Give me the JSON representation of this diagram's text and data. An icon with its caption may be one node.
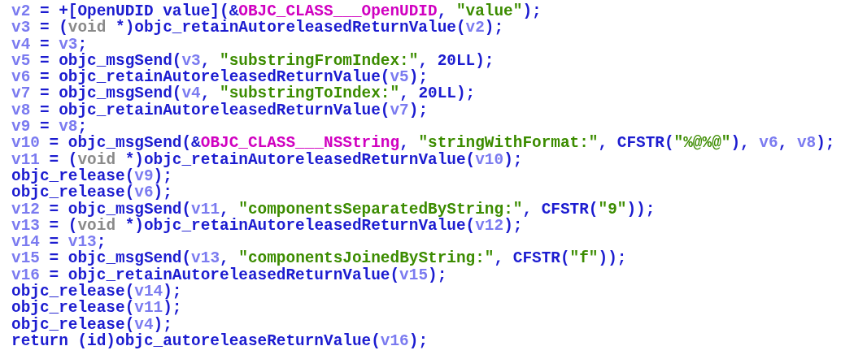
{
  "diagram": {
    "labels": [
      "v2 = +[OpenUDID value](&OBJC_CLASS___OpenUDID, \"value\");",
      "v3 = (void *)objc_retainAutoreleasedReturnValue(v2);",
      "v4 = v3;",
      "v5 = objc_msgSend(v3, \"substringFromIndex:\", 20LL);",
      "v6 = objc_retainAutoreleasedReturnValue(v5);",
      "v7 = objc_msgSend(v4, \"substringToIndex:\", 20LL);",
      "v8 = objc_retainAutoreleasedReturnValue(v7);",
      "v9 = v8;",
      "v10 = objc_msgSend(&OBJC_CLASS___NSString, \"stringWithFormat:\", CFSTR(\"%@%@\"), v6, v8);",
      "v11 = (void *)objc_retainAutoreleasedReturnValue(v10);",
      "objc_release(v9);",
      "objc_release(v6);",
      "v12 = objc_msgSend(v11, \"componentsSeparatedByString:\", CFSTR(\"9\"));",
      "v13 = (void *)objc_retainAutoreleasedReturnValue(v12);",
      "v14 = v13;",
      "v15 = objc_msgSend(v13, \"componentsJoinedByString:\", CFSTR(\"f\"));",
      "v16 = objc_retainAutoreleasedReturnValue(v15);",
      "objc_release(v14);",
      "objc_release(v11);",
      "objc_release(v4);",
      "return (id)objc_autoreleaseReturnValue(v16);"
    ]
  }
}
